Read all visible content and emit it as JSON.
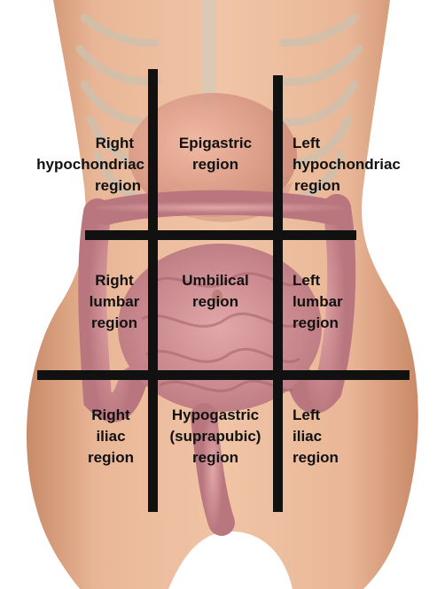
{
  "regions": {
    "right_hypochondriac": [
      "Right",
      "hypochondriac",
      "region"
    ],
    "epigastric": [
      "Epigastric",
      "region"
    ],
    "left_hypochondriac": [
      "Left",
      "hypochondriac",
      "region"
    ],
    "right_lumbar": [
      "Right",
      "lumbar",
      "region"
    ],
    "umbilical": [
      "Umbilical",
      "region"
    ],
    "left_lumbar": [
      "Left",
      "lumbar",
      "region"
    ],
    "right_iliac": [
      "Right",
      "iliac",
      "region"
    ],
    "hypogastric": [
      "Hypogastric",
      "(suprapubic)",
      "region"
    ],
    "left_iliac": [
      "Left",
      "iliac",
      "region"
    ]
  },
  "colors": {
    "skin": "#e8b393",
    "skin_shadow": "#c98a68",
    "intestine": "#c9868c",
    "grid_line": "#111111"
  }
}
